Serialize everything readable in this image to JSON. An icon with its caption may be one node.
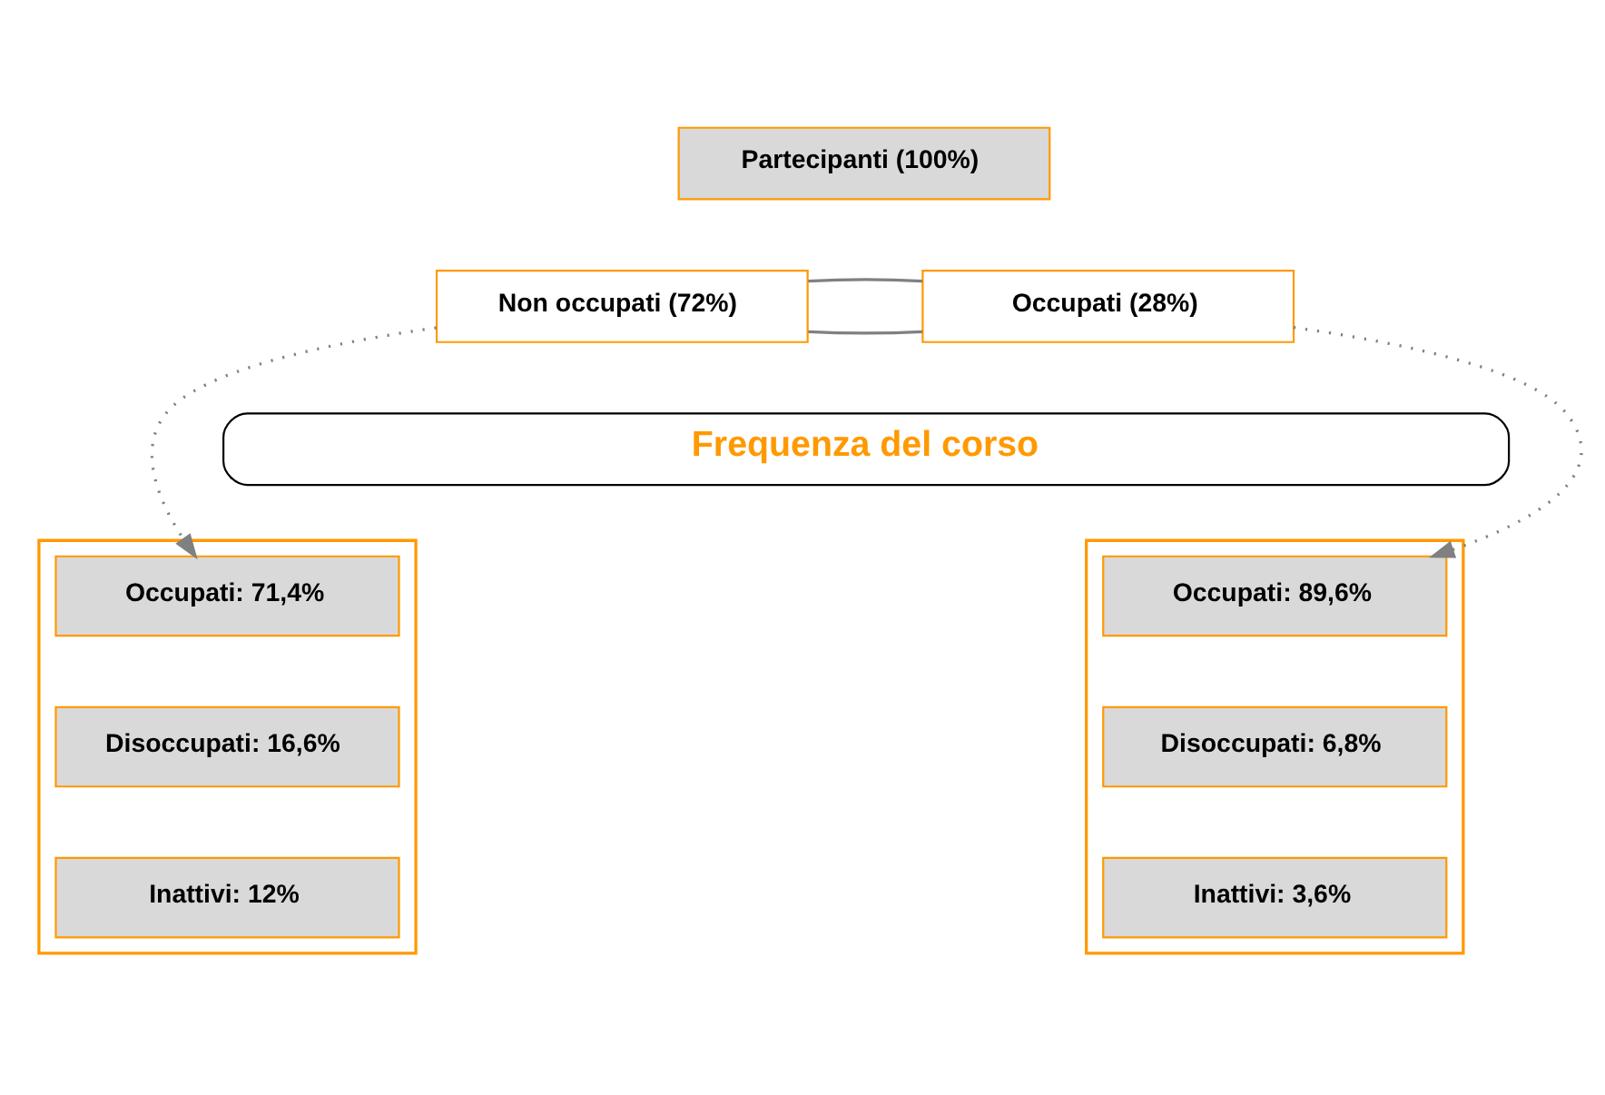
{
  "diagram": {
    "nodes": [
      {
        "text": [
          "Partecipanti (100%)"
        ]
      },
      {
        "text": [
          "Non occupati (72%)"
        ]
      },
      {
        "text": [
          "Occupati (28%)"
        ]
      },
      {
        "text": [
          "Frequenza del corso"
        ]
      },
      {
        "text": [],
        "shape": "box"
      },
      {
        "text": [
          "Occupati: 71,4%"
        ],
        "in": 4
      },
      {
        "text": [
          "Disoccupati: 16,6%"
        ],
        "in": 4
      },
      {
        "text": [
          "Inattivi: 12%"
        ],
        "in": 4
      },
      {
        "text": [],
        "shape": "box"
      },
      {
        "text": [
          "Occupati: 89,6%"
        ],
        "in": 8
      },
      {
        "text": [
          "Disoccupati: 6,8%"
        ],
        "in": 8
      },
      {
        "text": [
          "Inattivi: 3,6%"
        ],
        "in": 8
      }
    ],
    "edges": [
      {
        "from": 1,
        "to": 2,
        "arrow": "none"
      },
      {
        "from": 1,
        "to": 2,
        "arrow": "none"
      },
      {
        "from": 1,
        "to": 5,
        "arrow": "to",
        "style": "dashed"
      },
      {
        "from": 2,
        "to": 9,
        "arrow": "to",
        "style": "dashed"
      }
    ]
  }
}
